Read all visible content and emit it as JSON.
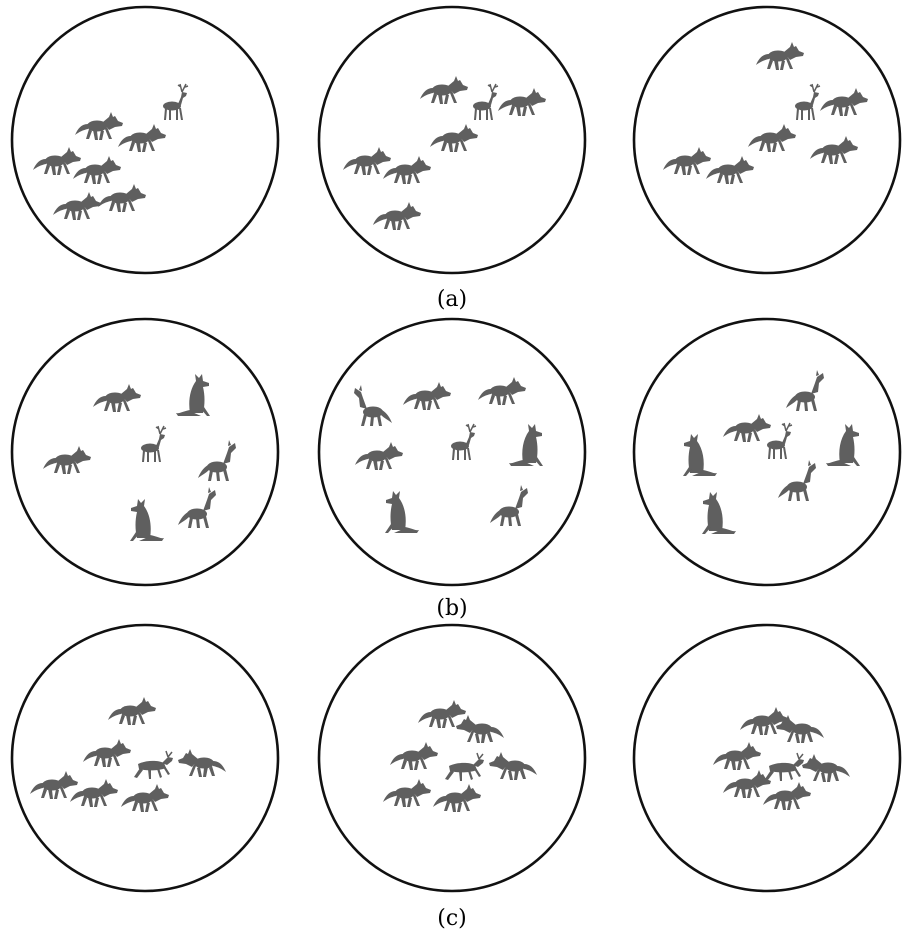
{
  "figure": {
    "rows": [
      {
        "caption": "(a)",
        "panels": [
          {
            "animals": [
              {
                "kind": "wolf",
                "pose": "walk",
                "facing": "right"
              },
              {
                "kind": "wolf",
                "pose": "walk",
                "facing": "right"
              },
              {
                "kind": "wolf",
                "pose": "walk",
                "facing": "right"
              },
              {
                "kind": "wolf",
                "pose": "walk",
                "facing": "right"
              },
              {
                "kind": "wolf",
                "pose": "walk",
                "facing": "right"
              },
              {
                "kind": "wolf",
                "pose": "walk",
                "facing": "right"
              },
              {
                "kind": "deer",
                "pose": "stand",
                "facing": "right"
              }
            ]
          },
          {
            "animals": [
              {
                "kind": "wolf",
                "pose": "walk",
                "facing": "right"
              },
              {
                "kind": "wolf",
                "pose": "walk",
                "facing": "right"
              },
              {
                "kind": "wolf",
                "pose": "walk",
                "facing": "right"
              },
              {
                "kind": "wolf",
                "pose": "walk",
                "facing": "right"
              },
              {
                "kind": "wolf",
                "pose": "walk",
                "facing": "right"
              },
              {
                "kind": "wolf",
                "pose": "walk",
                "facing": "right"
              },
              {
                "kind": "deer",
                "pose": "stand",
                "facing": "right"
              }
            ]
          },
          {
            "animals": [
              {
                "kind": "wolf",
                "pose": "walk",
                "facing": "right"
              },
              {
                "kind": "wolf",
                "pose": "walk",
                "facing": "right"
              },
              {
                "kind": "wolf",
                "pose": "walk",
                "facing": "right"
              },
              {
                "kind": "wolf",
                "pose": "walk",
                "facing": "right"
              },
              {
                "kind": "wolf",
                "pose": "walk",
                "facing": "right"
              },
              {
                "kind": "wolf",
                "pose": "walk",
                "facing": "right"
              },
              {
                "kind": "deer",
                "pose": "stand",
                "facing": "right"
              }
            ]
          }
        ]
      },
      {
        "caption": "(b)",
        "panels": [
          {
            "animals": [
              {
                "kind": "wolf",
                "pose": "walk",
                "facing": "right"
              },
              {
                "kind": "wolf",
                "pose": "sit",
                "facing": "right"
              },
              {
                "kind": "wolf",
                "pose": "walk",
                "facing": "right"
              },
              {
                "kind": "deer",
                "pose": "stand",
                "facing": "right"
              },
              {
                "kind": "wolf",
                "pose": "howl",
                "facing": "right"
              },
              {
                "kind": "wolf",
                "pose": "sit",
                "facing": "left"
              },
              {
                "kind": "wolf",
                "pose": "howl",
                "facing": "right"
              }
            ]
          },
          {
            "animals": [
              {
                "kind": "wolf",
                "pose": "howl",
                "facing": "left"
              },
              {
                "kind": "wolf",
                "pose": "walk",
                "facing": "right"
              },
              {
                "kind": "wolf",
                "pose": "walk",
                "facing": "right"
              },
              {
                "kind": "wolf",
                "pose": "walk",
                "facing": "right"
              },
              {
                "kind": "deer",
                "pose": "stand",
                "facing": "right"
              },
              {
                "kind": "wolf",
                "pose": "sit",
                "facing": "right"
              },
              {
                "kind": "wolf",
                "pose": "sit",
                "facing": "left"
              },
              {
                "kind": "wolf",
                "pose": "howl",
                "facing": "right"
              }
            ]
          },
          {
            "animals": [
              {
                "kind": "wolf",
                "pose": "howl",
                "facing": "right"
              },
              {
                "kind": "wolf",
                "pose": "walk",
                "facing": "right"
              },
              {
                "kind": "deer",
                "pose": "stand",
                "facing": "right"
              },
              {
                "kind": "wolf",
                "pose": "sit",
                "facing": "left"
              },
              {
                "kind": "wolf",
                "pose": "sit",
                "facing": "right"
              },
              {
                "kind": "wolf",
                "pose": "howl",
                "facing": "right"
              },
              {
                "kind": "wolf",
                "pose": "sit",
                "facing": "left"
              }
            ]
          }
        ]
      },
      {
        "caption": "(c)",
        "panels": [
          {
            "animals": [
              {
                "kind": "wolf",
                "pose": "walk",
                "facing": "right"
              },
              {
                "kind": "wolf",
                "pose": "walk",
                "facing": "right"
              },
              {
                "kind": "deer",
                "pose": "fallen",
                "facing": "right"
              },
              {
                "kind": "wolf",
                "pose": "walk",
                "facing": "left"
              },
              {
                "kind": "wolf",
                "pose": "walk",
                "facing": "right"
              },
              {
                "kind": "wolf",
                "pose": "walk",
                "facing": "right"
              },
              {
                "kind": "wolf",
                "pose": "walk",
                "facing": "right"
              }
            ]
          },
          {
            "animals": [
              {
                "kind": "wolf",
                "pose": "walk",
                "facing": "right"
              },
              {
                "kind": "wolf",
                "pose": "walk",
                "facing": "left"
              },
              {
                "kind": "wolf",
                "pose": "walk",
                "facing": "right"
              },
              {
                "kind": "deer",
                "pose": "fallen",
                "facing": "right"
              },
              {
                "kind": "wolf",
                "pose": "walk",
                "facing": "left"
              },
              {
                "kind": "wolf",
                "pose": "walk",
                "facing": "right"
              },
              {
                "kind": "wolf",
                "pose": "walk",
                "facing": "right"
              }
            ]
          },
          {
            "animals": [
              {
                "kind": "wolf",
                "pose": "walk",
                "facing": "right"
              },
              {
                "kind": "wolf",
                "pose": "walk",
                "facing": "left"
              },
              {
                "kind": "wolf",
                "pose": "walk",
                "facing": "right"
              },
              {
                "kind": "deer",
                "pose": "fallen",
                "facing": "right"
              },
              {
                "kind": "wolf",
                "pose": "walk",
                "facing": "left"
              },
              {
                "kind": "wolf",
                "pose": "walk",
                "facing": "right"
              },
              {
                "kind": "wolf",
                "pose": "walk",
                "facing": "right"
              }
            ]
          }
        ]
      }
    ],
    "colors": {
      "animal": "#5f5f5f",
      "outline": "#111111",
      "background": "#ffffff"
    }
  }
}
